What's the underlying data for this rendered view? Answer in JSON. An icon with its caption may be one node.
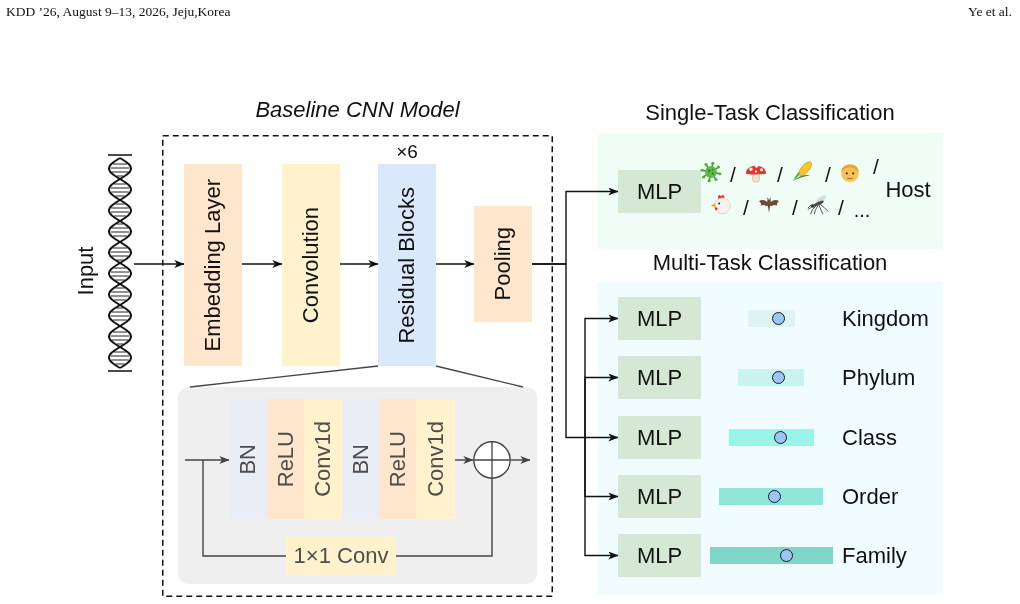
{
  "diagram": {
    "nodes": [
      {
        "text": [],
        "shape": "picture",
        "beside": [
          "Input"
        ]
      },
      {
        "text": [
          "Baseline CNN Model"
        ]
      },
      {
        "text": [
          "Embedding Layer"
        ],
        "in": 1
      },
      {
        "text": [
          "Convolution"
        ],
        "in": 1
      },
      {
        "text": [
          "Residual Blocks"
        ],
        "in": 1,
        "beside": [
          "×6"
        ]
      },
      {
        "text": [
          "Pooling"
        ],
        "in": 1
      },
      {
        "text": [],
        "shape": "box",
        "in": 1
      },
      {
        "text": [
          "BN"
        ],
        "in": 6
      },
      {
        "text": [
          "ReLU"
        ],
        "in": 6
      },
      {
        "text": [
          "Conv1d"
        ],
        "in": 6
      },
      {
        "text": [
          "BN"
        ],
        "in": 6
      },
      {
        "text": [
          "ReLU"
        ],
        "in": 6
      },
      {
        "text": [
          "Conv1d"
        ],
        "in": 6
      },
      {
        "text": [],
        "shape": "circle",
        "in": 6
      },
      {
        "text": [
          "1×1 Conv"
        ],
        "in": 6
      },
      {
        "text": [
          "Single-Task Classification"
        ]
      },
      {
        "text": [
          "MLP"
        ],
        "in": 15
      },
      {
        "text": [
          "Multi-Task Classification"
        ]
      },
      {
        "text": [
          "MLP"
        ],
        "in": 17
      },
      {
        "text": [
          "MLP"
        ],
        "in": 17
      },
      {
        "text": [
          "MLP"
        ],
        "in": 17
      },
      {
        "text": [
          "MLP"
        ],
        "in": 17
      },
      {
        "text": [
          "MLP"
        ],
        "in": 17
      }
    ],
    "edges": [
      {
        "from": 0,
        "to": 2,
        "arrow": "to"
      },
      {
        "from": 2,
        "to": 3,
        "arrow": "to"
      },
      {
        "from": 3,
        "to": 4,
        "arrow": "to"
      },
      {
        "from": 4,
        "to": 5,
        "arrow": "to"
      },
      {
        "from": 4,
        "to": 6,
        "arrow": "none",
        "color": "#444444"
      },
      {
        "from": 4,
        "to": 6,
        "arrow": "none",
        "color": "#444444"
      },
      {
        "from": null,
        "to": 7,
        "arrow": "to",
        "color": "#444444"
      },
      {
        "from": null,
        "to": 14,
        "arrow": "none",
        "color": "#444444"
      },
      {
        "from": 12,
        "to": 13,
        "arrow": "to",
        "color": "#444444"
      },
      {
        "from": 14,
        "to": 13,
        "arrow": "none",
        "color": "#444444"
      },
      {
        "from": 13,
        "to": null,
        "arrow": "to",
        "color": "#444444"
      },
      {
        "from": 5,
        "to": 16,
        "arrow": "to"
      },
      {
        "from": 5,
        "to": 18,
        "arrow": "to"
      },
      {
        "from": 5,
        "to": 19,
        "arrow": "to"
      },
      {
        "from": 5,
        "to": 20,
        "arrow": "to"
      },
      {
        "from": 5,
        "to": 21,
        "arrow": "to"
      },
      {
        "from": 5,
        "to": 22,
        "arrow": "to"
      }
    ],
    "labels": [
      "KDD ’26, August 9–13, 2026, Jeju,Korea",
      "Ye et al.",
      "/",
      "/",
      "/",
      "/",
      "/",
      "/",
      "/",
      "...",
      "Host",
      "Kingdom",
      "Phylum",
      "Class",
      "Order",
      "Family"
    ]
  }
}
